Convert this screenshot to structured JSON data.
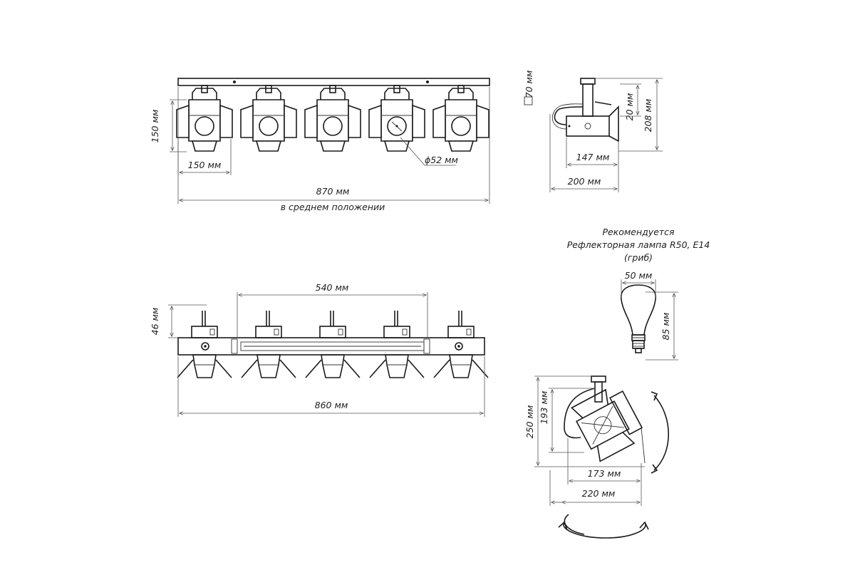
{
  "front_view": {
    "height_label": "150 мм",
    "width_label": "150 мм",
    "diameter_label": "ϕ52 мм",
    "total_label": "870 мм",
    "position_note": "в среднем положении",
    "lamp_count": 5
  },
  "side_view": {
    "square_label": "70 мм",
    "offset_label": "20 мм",
    "height_label": "208 мм",
    "body_label": "147 мм",
    "depth_label": "200 мм"
  },
  "bottom_view": {
    "height_label": "46 мм",
    "spacing_label": "540 мм",
    "length_label": "860 мм"
  },
  "lamp_note": {
    "line1": "Рекомендуется",
    "line2": "Рефлекторная лампа R50, E14",
    "line3": "(гриб)",
    "width_label": "50 мм",
    "height_label": "85 мм"
  },
  "rotation_view": {
    "total_height_label": "250 мм",
    "inner_height_label": "193 мм",
    "inner_width_label": "173 мм",
    "total_width_label": "220 мм"
  }
}
